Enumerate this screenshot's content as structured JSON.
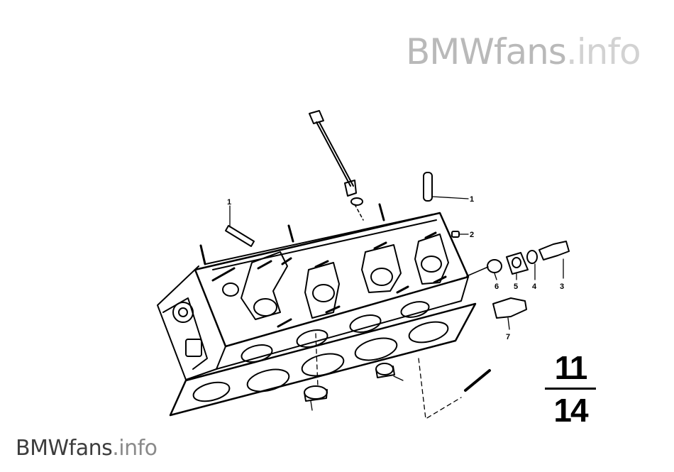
{
  "watermarks": {
    "top": {
      "brand": "BMWfans",
      "tld": ".info"
    },
    "bottom": {
      "brand": "BMWfans",
      "tld": ".info"
    }
  },
  "callouts": [
    "1",
    "1",
    "2",
    "3",
    "4",
    "5",
    "6",
    "7"
  ],
  "page_number": {
    "group": "11",
    "sheet": "14"
  }
}
